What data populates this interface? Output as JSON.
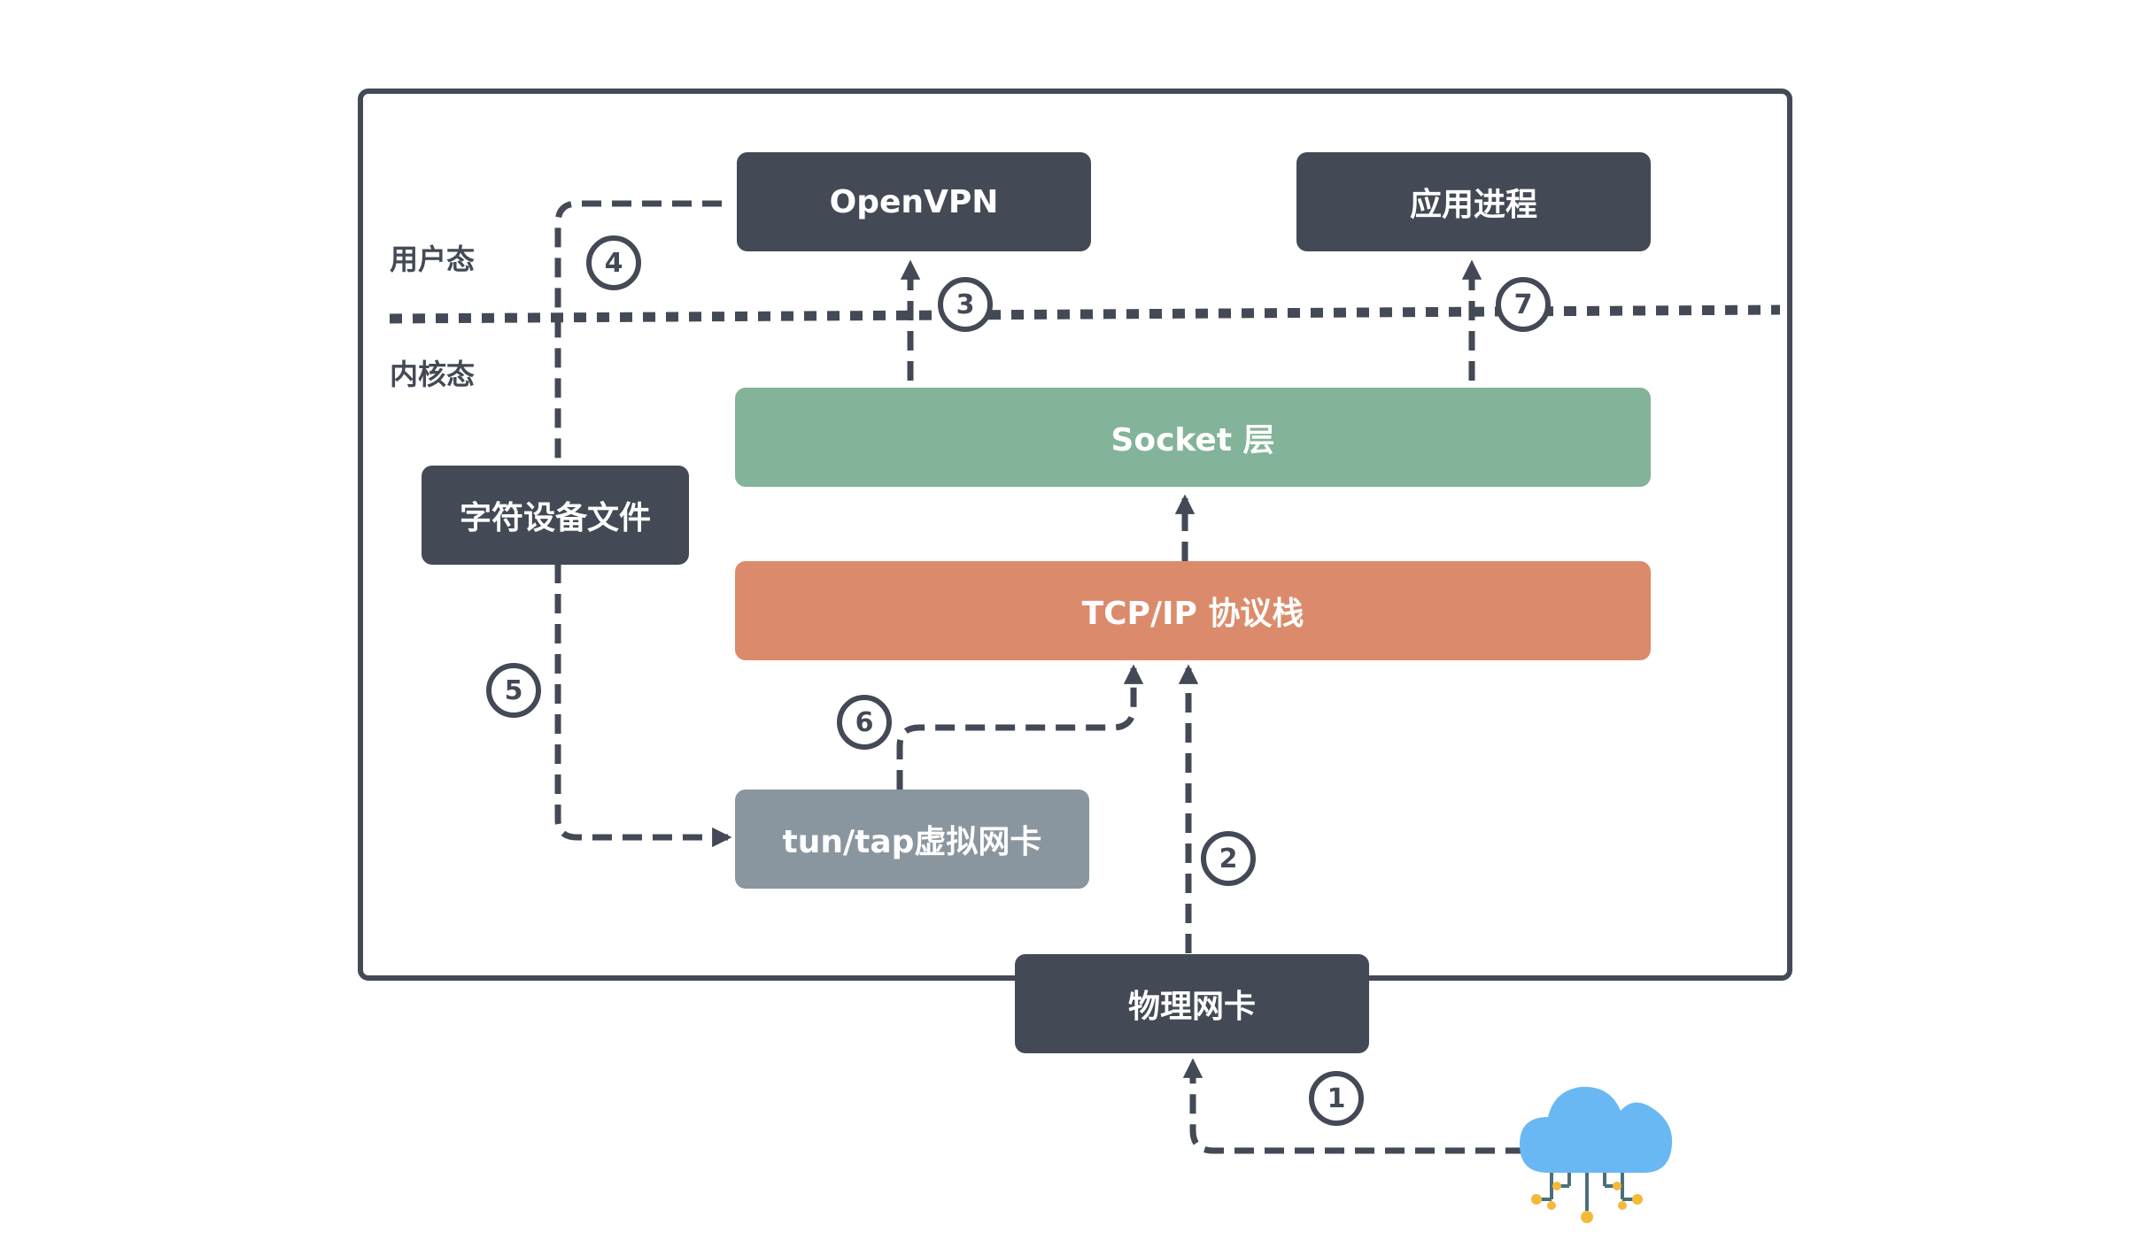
{
  "zones": {
    "user": "用户态",
    "kernel": "内核态"
  },
  "boxes": {
    "openvpn": "OpenVPN",
    "app_process": "应用进程",
    "socket_layer": "Socket 层",
    "tcpip_stack": "TCP/IP 协议栈",
    "char_device": "字符设备文件",
    "tun_tap": "tun/tap虚拟网卡",
    "physical_nic": "物理网卡"
  },
  "steps": [
    "1",
    "2",
    "3",
    "4",
    "5",
    "6",
    "7"
  ],
  "colors": {
    "dark": "#434a55",
    "socket": "#83b398",
    "tcpip": "#db8b6b",
    "tuntap": "#8a969f",
    "cloud": "#6ab8f3",
    "cloud_node": "#f4b93a"
  },
  "icons": {
    "network": "cloud-network-icon"
  }
}
